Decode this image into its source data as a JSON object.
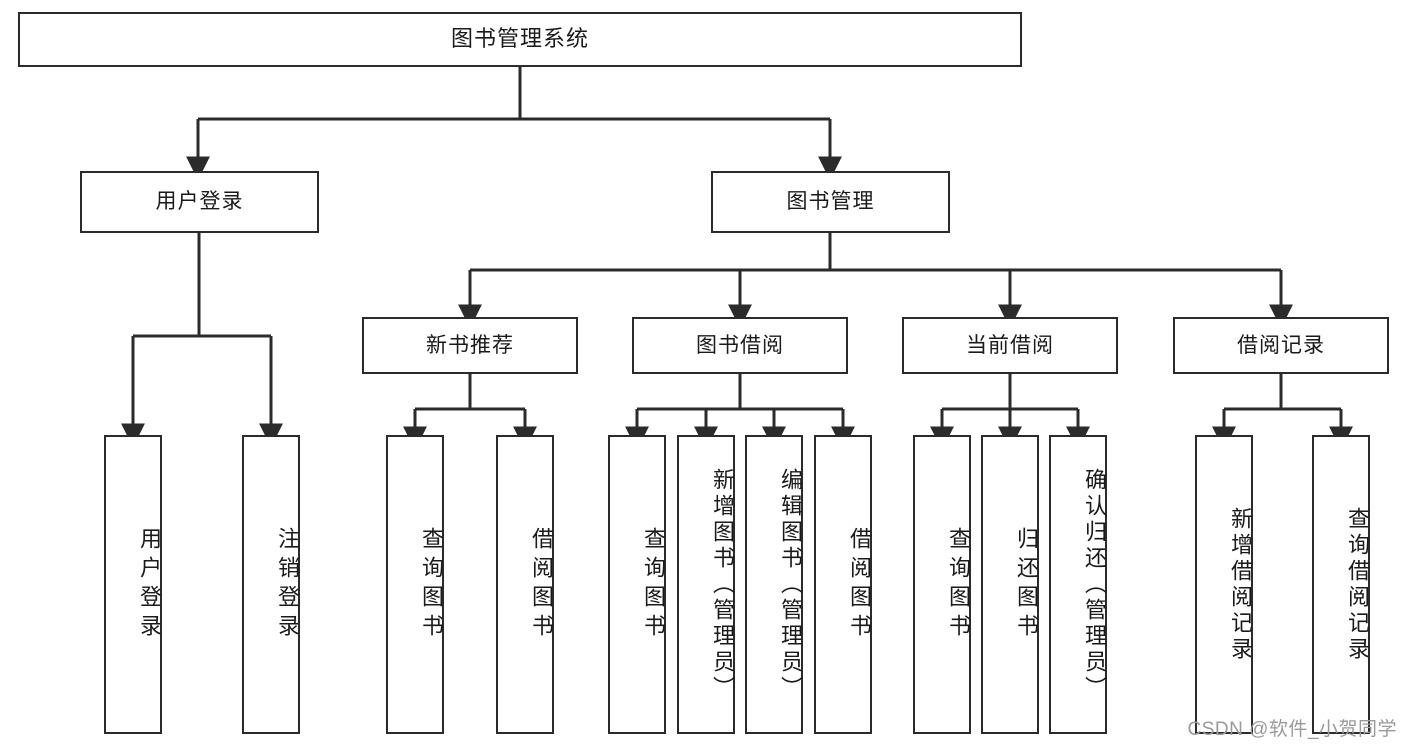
{
  "diagram": {
    "title": "图书管理系统",
    "type": "tree",
    "root": {
      "label": "图书管理系统"
    },
    "level1": [
      {
        "id": "user-login",
        "label": "用户登录"
      },
      {
        "id": "book-manage",
        "label": "图书管理"
      }
    ],
    "level2": [
      {
        "id": "new-book-recommend",
        "label": "新书推荐",
        "parent": "book-manage"
      },
      {
        "id": "book-borrow",
        "label": "图书借阅",
        "parent": "book-manage"
      },
      {
        "id": "current-borrow",
        "label": "当前借阅",
        "parent": "book-manage"
      },
      {
        "id": "borrow-record",
        "label": "借阅记录",
        "parent": "book-manage"
      }
    ],
    "leaves": {
      "user-login": [
        {
          "id": "leaf-user-login",
          "label": "用户登录"
        },
        {
          "id": "leaf-user-logout",
          "label": "注销登录"
        }
      ],
      "new-book-recommend": [
        {
          "id": "leaf-query-book-1",
          "label": "查询图书"
        },
        {
          "id": "leaf-borrow-book-1",
          "label": "借阅图书"
        }
      ],
      "book-borrow": [
        {
          "id": "leaf-query-book-2",
          "label": "查询图书"
        },
        {
          "id": "leaf-add-book",
          "label": "新增图书（管理员）"
        },
        {
          "id": "leaf-edit-book",
          "label": "编辑图书（管理员）"
        },
        {
          "id": "leaf-borrow-book-2",
          "label": "借阅图书"
        }
      ],
      "current-borrow": [
        {
          "id": "leaf-query-book-3",
          "label": "查询图书"
        },
        {
          "id": "leaf-return-book",
          "label": "归还图书"
        },
        {
          "id": "leaf-confirm-return",
          "label": "确认归还（管理员）"
        }
      ],
      "borrow-record": [
        {
          "id": "leaf-add-record",
          "label": "新增借阅记录"
        },
        {
          "id": "leaf-query-record",
          "label": "查询借阅记录"
        }
      ]
    }
  },
  "watermark": {
    "text": "CSDN @软件_小贺同学"
  },
  "colors": {
    "stroke": "#2b2b2b",
    "background": "#ffffff",
    "text": "#1a1a1a",
    "watermark": "#9a9a9a"
  }
}
